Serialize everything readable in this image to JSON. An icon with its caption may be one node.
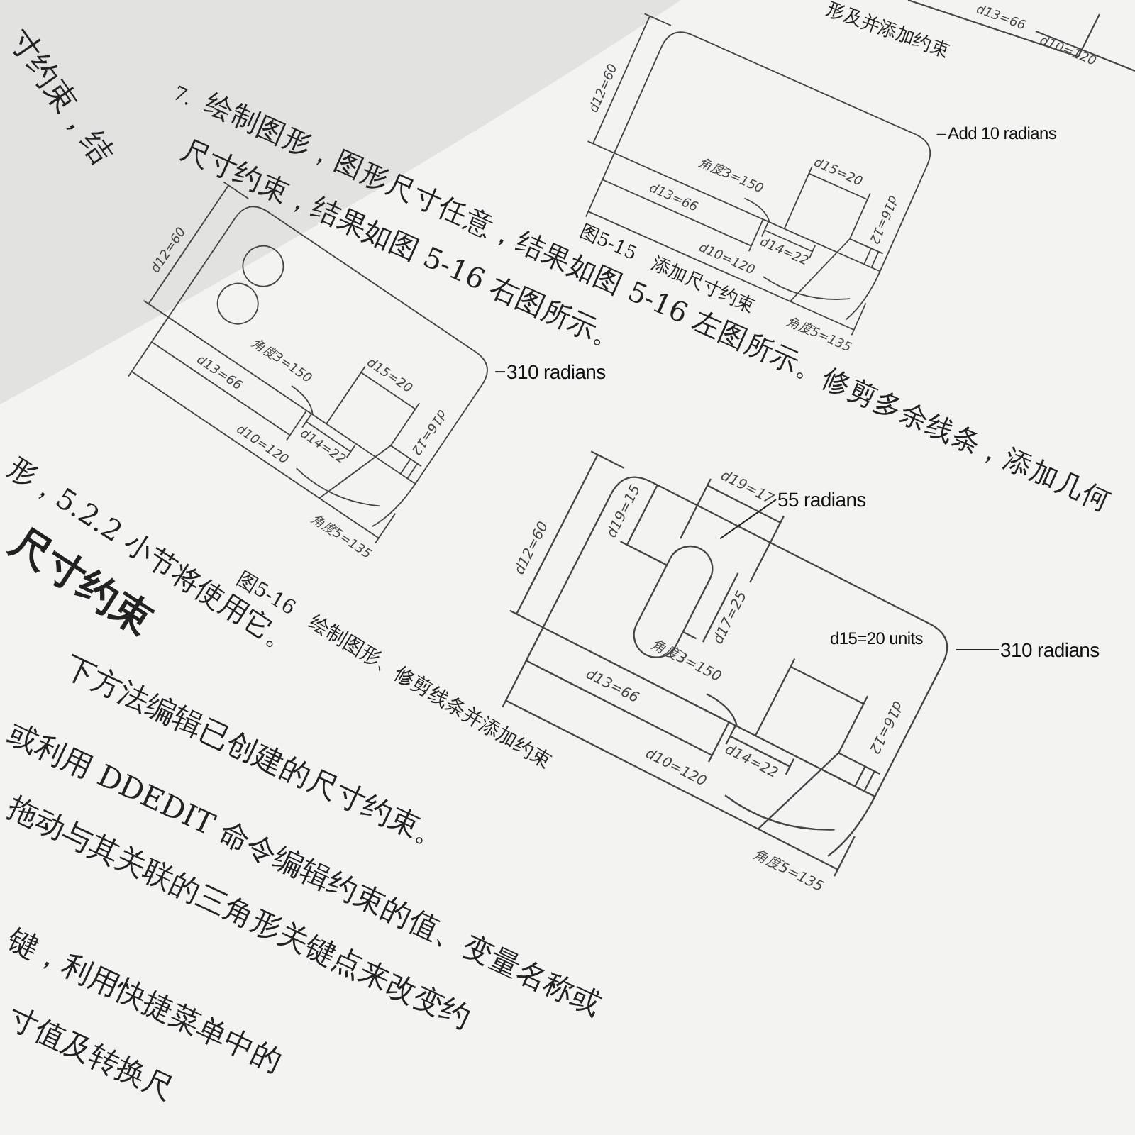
{
  "diagram": {
    "nodes": [
      {
        "text": [
          "Add 10 radians"
        ]
      },
      {
        "text": [
          "310 radians"
        ]
      },
      {
        "text": [
          "55 radians"
        ]
      },
      {
        "text": [
          "310 radians"
        ]
      },
      {
        "text": [],
        "shape": "arc"
      },
      {
        "text": [],
        "shape": "arc"
      },
      {
        "text": [],
        "shape": "slot"
      },
      {
        "text": [],
        "shape": "arc"
      }
    ],
    "edges": [
      {
        "from": 0,
        "to": 4,
        "arrow": "none"
      },
      {
        "from": 1,
        "to": 5,
        "arrow": "none"
      },
      {
        "from": 2,
        "to": 6,
        "arrow": "none"
      },
      {
        "from": 3,
        "to": 7,
        "arrow": "none"
      }
    ],
    "labels": [
      "寸约束，结",
      "形及并添加约束",
      "d13=66",
      "d10=120",
      "7.",
      "绘制图形，图形尺寸任意，结果如图 5-16 左图所示。修剪多余线条，添加几何",
      "尺寸约束，结果如图 5-16 右图所示。",
      "d12=60",
      "角度3=150",
      "d15=20",
      "d16=12",
      "d13=66",
      "d14=22",
      "d10=120",
      "角度5=135",
      "图5-15　添加尺寸约束",
      "d12=60",
      "角度3=150",
      "d15=20",
      "d16=12",
      "d13=66",
      "d14=22",
      "d10=120",
      "角度5=135",
      "形，5.2.2 小节将使用它。",
      "图5-16　绘制图形、修剪线条并添加约束",
      "尺寸约束",
      "d19=17",
      "d12=60",
      "d19=15",
      "d17=25",
      "d15=20 units",
      "d16=12",
      "角度3=150",
      "d13=66",
      "d14=22",
      "d10=120",
      "角度5=135",
      "下方法编辑已创建的尺寸约束。",
      "或利用 DDEDIT 命令编辑约束的值、变量名称或",
      "拖动与其关联的三角形关键点来改变约",
      "键，利用快捷菜单中的",
      "寸值及转换尺"
    ]
  }
}
